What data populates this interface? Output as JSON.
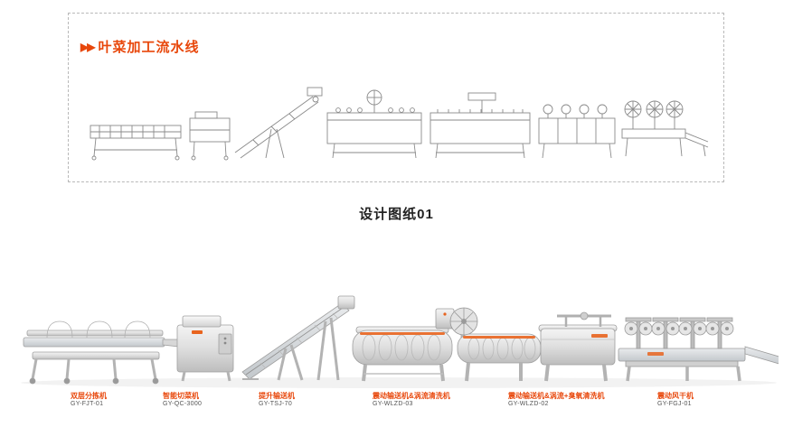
{
  "header": {
    "arrows": "▶▶",
    "title": "叶菜加工流水线"
  },
  "caption": {
    "text": "设计图纸01"
  },
  "machines": [
    {
      "name": "双层分拣机",
      "model": "GY-FJT-01"
    },
    {
      "name": "智能切菜机",
      "model": "GY-QC-3000"
    },
    {
      "name": "提升输送机",
      "model": "GY-TSJ-70"
    },
    {
      "name": "震动输送机&涡流清洗机",
      "model": "GY-WLZD-03"
    },
    {
      "name": "震动输送机&涡流+臭氧清洗机",
      "model": "GY-WLZD-02"
    },
    {
      "name": "震动风干机",
      "model": "GY-FGJ-01"
    }
  ],
  "colors": {
    "accent": "#e8470b",
    "model_text": "#555555",
    "dashed_border": "#b9b9b9",
    "line_drawing": "#8a8a8a"
  }
}
